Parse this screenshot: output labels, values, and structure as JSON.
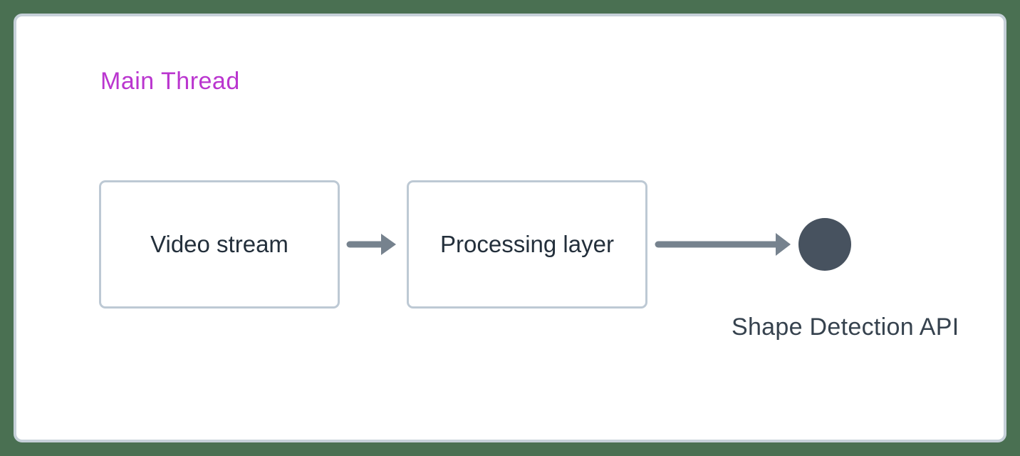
{
  "diagram": {
    "thread_label": "Main Thread",
    "nodes": [
      {
        "id": "video-stream",
        "label": "Video stream"
      },
      {
        "id": "processing-layer",
        "label": "Processing layer"
      }
    ],
    "arrows": [
      {
        "from": "video-stream",
        "to": "processing-layer"
      },
      {
        "from": "processing-layer",
        "to": "shape-detection-api"
      }
    ],
    "endpoint": {
      "shape": "circle",
      "label": "Shape Detection API"
    }
  },
  "colors": {
    "bg_green": "#4a7052",
    "card_border": "#c6d0d9",
    "card_bg": "#ffffff",
    "node_border": "#bdc9d4",
    "node_text": "#232f3b",
    "arrow": "#76828e",
    "circle": "#47525f",
    "api_text": "#36424e",
    "thread_accent": "#ba35cf"
  }
}
